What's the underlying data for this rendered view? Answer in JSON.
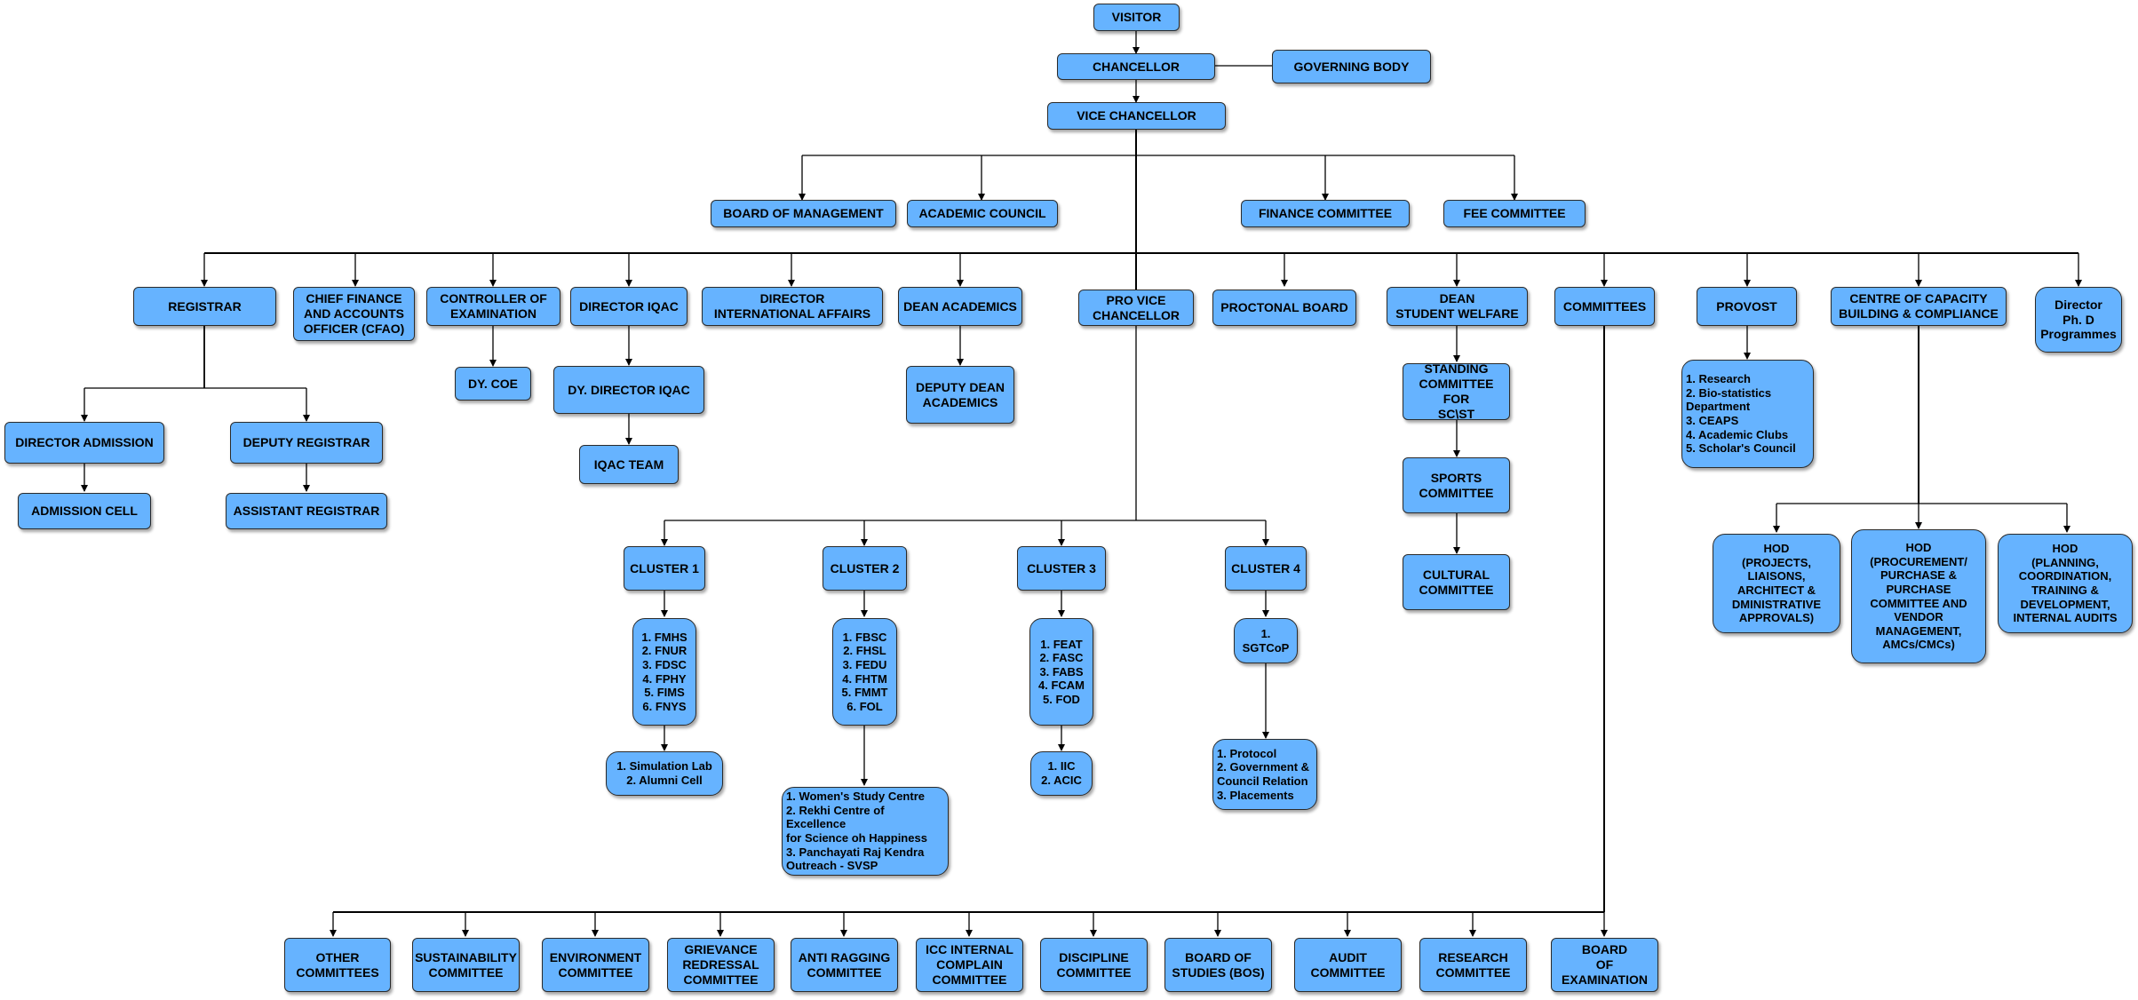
{
  "nodes": {
    "visitor": "VISITOR",
    "chancellor": "CHANCELLOR",
    "governing_body": "GOVERNING BODY",
    "vice_chancellor": "VICE CHANCELLOR",
    "board_of_management": "BOARD OF MANAGEMENT",
    "academic_council": "ACADEMIC COUNCIL",
    "finance_committee": "FINANCE COMMITTEE",
    "fee_committee": "FEE COMMITTEE",
    "registrar": "REGISTRAR",
    "cfao": "CHIEF FINANCE\nAND ACCOUNTS\nOFFICER (CFAO)",
    "coe": "CONTROLLER OF\nEXAMINATION",
    "director_iqac": "DIRECTOR IQAC",
    "director_international": "DIRECTOR\nINTERNATIONAL  AFFAIRS",
    "dean_academics": "DEAN ACADEMICS",
    "pro_vice_chancellor": "PRO VICE\nCHANCELLOR",
    "proctonal_board": "PROCTONAL BOARD",
    "dean_student_welfare": "DEAN\nSTUDENT WELFARE",
    "committees": "COMMITTEES",
    "provost": "PROVOST",
    "capacity_building": "CENTRE OF CAPACITY\nBUILDING & COMPLIANCE",
    "director_phd": "Director\nPh. D\nProgrammes",
    "director_admission": "DIRECTOR ADMISSION",
    "admission_cell": "ADMISSION CELL",
    "deputy_registrar": "DEPUTY REGISTRAR",
    "assistant_registrar": "ASSISTANT REGISTRAR",
    "dy_coe": "DY. COE",
    "dy_director_iqac": "DY. DIRECTOR IQAC",
    "iqac_team": "IQAC TEAM",
    "deputy_dean_academics": "DEPUTY DEAN\nACADEMICS",
    "standing_committee": "STANDING\nCOMMITTEE FOR\nSC\\ST",
    "sports_committee": "SPORTS\nCOMMITTEE",
    "cultural_committee": "CULTURAL\nCOMMITTEE",
    "provost_list": "1. Research\n2. Bio-statistics\nDepartment\n3. CEAPS\n4. Academic Clubs\n5. Scholar's Council",
    "hod_projects": "HOD\n(PROJECTS,\nLIAISONS,\nARCHITECT &\nDMINISTRATIVE\nAPPROVALS)",
    "hod_procurement": "HOD\n(PROCUREMENT/\nPURCHASE &\nPURCHASE\nCOMMITTEE AND\nVENDOR\nMANAGEMENT,\nAMCs/CMCs)",
    "hod_planning": "HOD\n(PLANNING,\nCOORDINATION,\nTRAINING &\nDEVELOPMENT,\nINTERNAL AUDITS",
    "cluster1": "CLUSTER 1",
    "cluster2": "CLUSTER 2",
    "cluster3": "CLUSTER 3",
    "cluster4": "CLUSTER 4",
    "cluster1_list": "1. FMHS\n2. FNUR\n3. FDSC\n4. FPHY\n5. FIMS\n6. FNYS",
    "cluster2_list": "1. FBSC\n2. FHSL\n3. FEDU\n4. FHTM\n5. FMMT\n6. FOL",
    "cluster3_list": "1. FEAT\n2. FASC\n3. FABS\n4. FCAM\n5. FOD",
    "cluster4_list": "1. SGTCoP",
    "cluster1_sub": "1. Simulation Lab\n2. Alumni Cell",
    "cluster2_sub": "1. Women's Study Centre\n2. Rekhi Centre of Excellence\nfor Science oh Happiness\n3. Panchayati Raj Kendra\nOutreach - SVSP",
    "cluster3_sub": "1. IIC\n2. ACIC",
    "cluster4_sub": "1. Protocol\n2. Government &\nCouncil Relation\n3. Placements",
    "other_committees": "OTHER\nCOMMITTEES",
    "sustainability_committee": "SUSTAINABILITY\nCOMMITTEE",
    "environment_committee": "ENVIRONMENT\nCOMMITTEE",
    "grievance_committee": "GRIEVANCE\nREDRESSAL\nCOMMITTEE",
    "anti_ragging_committee": "ANTI RAGGING\nCOMMITTEE",
    "icc_committee": "ICC INTERNAL\nCOMPLAIN\nCOMMITTEE",
    "discipline_committee": "DISCIPLINE\nCOMMITTEE",
    "board_of_studies": "BOARD OF\nSTUDIES (BOS)",
    "audit_committee": "AUDIT\nCOMMITTEE",
    "research_committee": "RESEARCH\nCOMMITTEE",
    "board_of_examination": "BOARD\nOF\nEXAMINATION"
  },
  "colors": {
    "node_fill": "#66b3ff",
    "node_border": "#2a2a2a",
    "connector": "#000000"
  }
}
